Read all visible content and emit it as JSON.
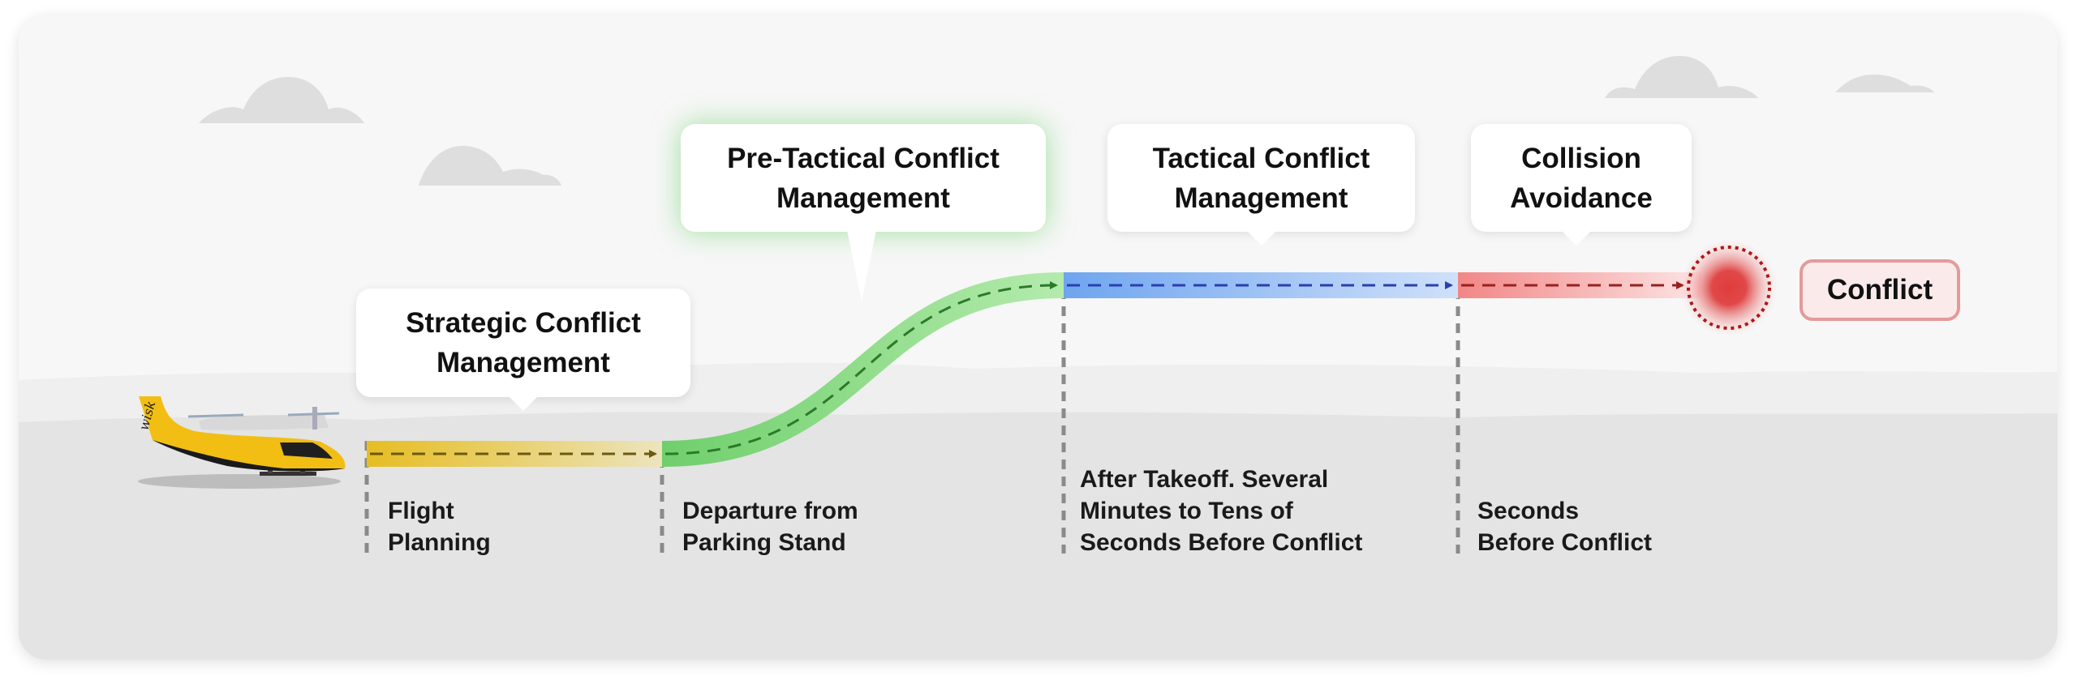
{
  "bubbles": {
    "strategic": [
      "Strategic Conflict",
      "Management"
    ],
    "pre_tactical": [
      "Pre-Tactical Conflict",
      "Management"
    ],
    "tactical": [
      "Tactical Conflict",
      "Management"
    ],
    "collision": [
      "Collision",
      "Avoidance"
    ]
  },
  "timeline_labels": {
    "flight_planning": [
      "Flight",
      "Planning"
    ],
    "departure": [
      "Departure from",
      "Parking Stand"
    ],
    "after_takeoff": [
      "After Takeoff. Several",
      "Minutes to Tens of",
      "Seconds Before Conflict"
    ],
    "seconds_before": [
      "Seconds",
      "Before Conflict"
    ]
  },
  "conflict_label": "Conflict",
  "aircraft_logo": "wisk",
  "colors": {
    "strategic": "#e8c02a",
    "pre_tactical": "#7dd67a",
    "tactical": "#6fa6ee",
    "collision": "#f28a8a",
    "conflict": "#e04040"
  }
}
